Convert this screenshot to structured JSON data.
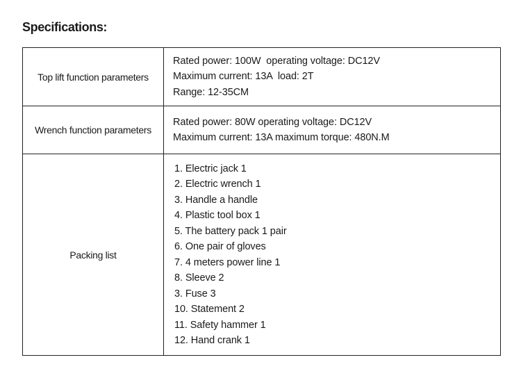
{
  "title": "Specifications:",
  "table": {
    "rows": [
      {
        "label": "Top lift function parameters",
        "lines": [
          "Rated power: 100W  operating voltage: DC12V",
          "Maximum current: 13A  load: 2T",
          "Range: 12-35CM"
        ]
      },
      {
        "label": "Wrench function parameters",
        "lines": [
          "Rated power: 80W operating voltage: DC12V",
          "Maximum current: 13A maximum torque: 480N.M"
        ]
      },
      {
        "label": "Packing list",
        "items": [
          "1. Electric jack 1",
          "2. Electric wrench 1",
          "3. Handle a handle",
          "4. Plastic tool box 1",
          "5. The battery pack 1 pair",
          "6. One pair of gloves",
          "7. 4 meters power line 1",
          "8. Sleeve 2",
          "3. Fuse 3",
          "10. Statement 2",
          "11. Safety hammer 1",
          "12. Hand crank 1"
        ]
      }
    ]
  }
}
